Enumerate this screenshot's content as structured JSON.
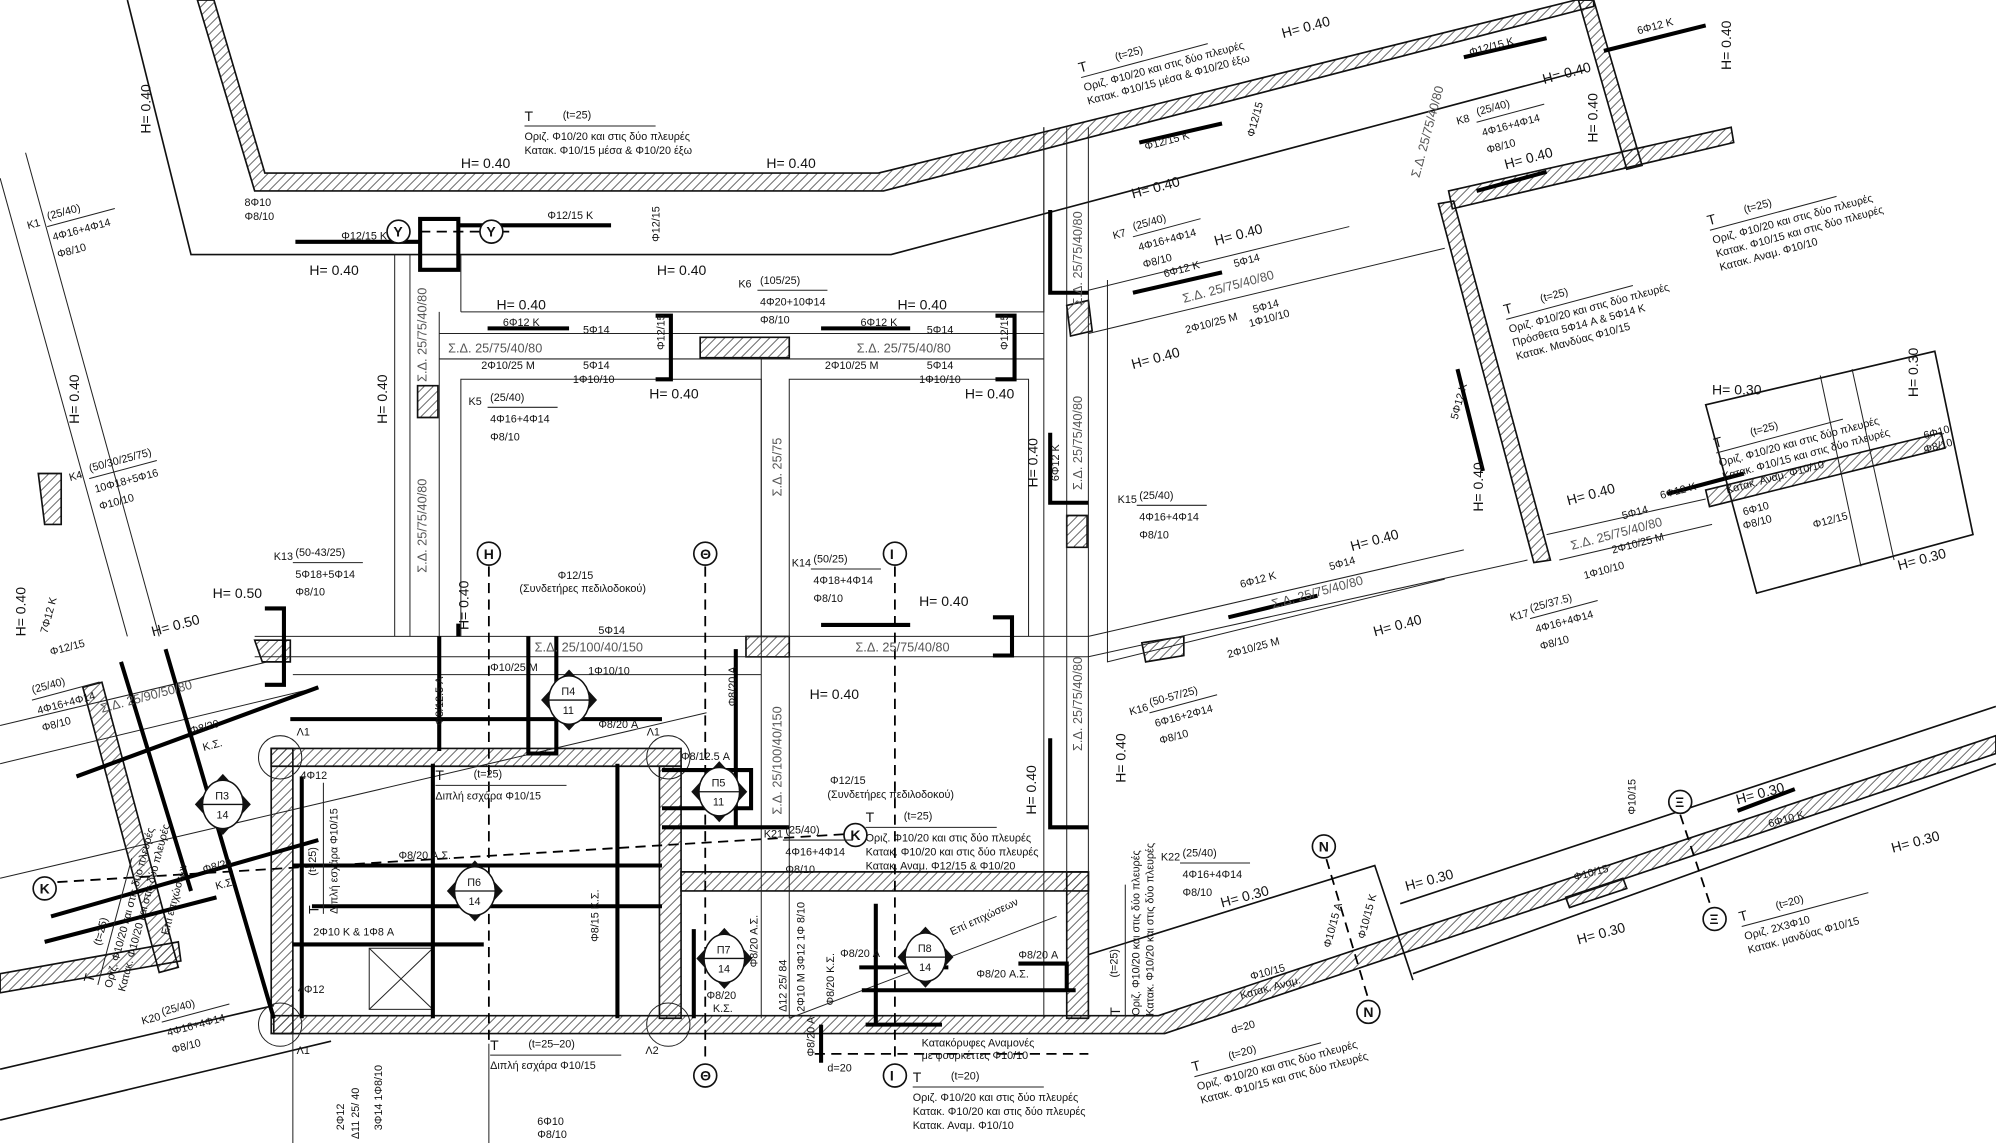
{
  "columns": [
    {
      "name": "K1",
      "size": "(25/40)",
      "bars": "4Φ16+4Φ14",
      "stirrups": "Φ8/10"
    },
    {
      "name": "K4",
      "size": "(50/30/25/75)",
      "bars": "10Φ18+5Φ16",
      "stirrups": "Φ10/10"
    },
    {
      "name": "K5",
      "size": "(25/40)",
      "bars": "4Φ16+4Φ14",
      "stirrups": "Φ8/10"
    },
    {
      "name": "K6",
      "size": "(105/25)",
      "bars": "4Φ20+10Φ14",
      "stirrups": "Φ8/10"
    },
    {
      "name": "K7",
      "size": "(25/40)",
      "bars": "4Φ16+4Φ14",
      "stirrups": "Φ8/10"
    },
    {
      "name": "K8",
      "size": "(25/40)",
      "bars": "4Φ16+4Φ14",
      "stirrups": "Φ8/10"
    },
    {
      "name": "K13",
      "size": "(50-43/25)",
      "bars": "5Φ18+5Φ14",
      "stirrups": "Φ8/10"
    },
    {
      "name": "K14",
      "size": "(50/25)",
      "bars": "4Φ18+4Φ14",
      "stirrups": "Φ8/10"
    },
    {
      "name": "K15",
      "size": "(25/40)",
      "bars": "4Φ16+4Φ14",
      "stirrups": "Φ8/10"
    },
    {
      "name": "K16",
      "size": "(50-57/25)",
      "bars": "6Φ16+2Φ14",
      "stirrups": "Φ8/10"
    },
    {
      "name": "K17",
      "size": "(25/37.5)",
      "bars": "4Φ16+4Φ14",
      "stirrups": "Φ8/10"
    },
    {
      "name": "K20",
      "size": "(25/40)",
      "bars": "4Φ16+4Φ14",
      "stirrups": "Φ8/10"
    },
    {
      "name": "K21",
      "size": "(25/40)",
      "bars": "4Φ16+4Φ14",
      "stirrups": "Φ8/10"
    },
    {
      "name": "K22",
      "size": "(25/40)",
      "bars": "4Φ16+4Φ14",
      "stirrups": "Φ8/10"
    },
    {
      "name": "",
      "size": "(25/40)",
      "bars": "4Φ16+4Φ14",
      "stirrups": "Φ8/10"
    }
  ],
  "heights": [
    "H= 0.40",
    "H= 0.40",
    "H= 0.40",
    "H= 0.40",
    "H= 0.40",
    "H= 0.40",
    "H= 0.40",
    "H= 0.40",
    "H= 0.40",
    "H= 0.40",
    "H= 0.40",
    "H= 0.40",
    "H= 0.40",
    "H= 0.40",
    "H= 0.40",
    "H= 0.40",
    "H= 0.40",
    "H= 0.40",
    "H= 0.40",
    "H= 0.40",
    "H= 0.40",
    "H= 0.40",
    "H= 0.40",
    "H= 0.40",
    "H= 0.40",
    "H= 0.40",
    "H= 0.40",
    "H= 0.40",
    "H= 0.50",
    "H= 0.50",
    "H= 0.40",
    "H= 0.40",
    "H= 0.30",
    "H= 0.30",
    "H= 0.30",
    "H= 0.30",
    "H= 0.30",
    "H= 0.30",
    "H= 0.30",
    "H= 0.30"
  ],
  "beams": [
    "Σ.Δ. 25/75/40/80",
    "Σ.Δ. 25/75/40/80",
    "Σ.Δ. 25/75/40/80",
    "Σ.Δ. 25/75/40/80",
    "Σ.Δ. 25/75/40/80",
    "Σ.Δ. 25/75/40/80",
    "Σ.Δ. 25/75/40/80",
    "Σ.Δ. 25/75/40/80",
    "Σ.Δ. 25/75/40/80",
    "Σ.Δ. 25/75/40/80",
    "Σ.Δ. 25/75/40/80",
    "Σ.Δ. 25/100/40/150",
    "Σ.Δ. 25/100/40/150",
    "Σ.Δ. 25/75/40/80",
    "Σ.Δ. 25/75",
    "Σ.Δ. 25/90/50/80"
  ],
  "rebar": [
    "6Φ12 K",
    "5Φ14",
    "2Φ10/25 M",
    "5Φ14",
    "1Φ10/10",
    "6Φ12 K",
    "5Φ14",
    "2Φ10/25 M",
    "5Φ14",
    "1Φ10/10",
    "Φ12/15",
    "Φ12/15",
    "Φ12/15 K",
    "Φ12/15 K",
    "Φ12/15",
    "Φ12/15 K",
    "Φ12/15 K",
    "Φ12/15",
    "6Φ12 K",
    "5Φ14",
    "2Φ10/25 M",
    "5Φ14",
    "1Φ10/10",
    "6Φ12 K",
    "5Φ14",
    "2Φ10/25 M",
    "Φ10/25 M",
    "5Φ14",
    "1Φ10/10",
    "Φ8/12.5 A",
    "Φ8/20 A",
    "Φ8/20 A",
    "Φ8/12.5 A",
    "4Φ12",
    "4Φ12",
    "Φ8/20 A.Σ.",
    "Φ8/15 K.Σ.",
    "2Φ10 K & 1Φ8 A",
    "Φ8/20 A",
    "Φ8/20 A.Σ.",
    "Φ8/20 A",
    "Φ8/20 K.Σ.",
    "Φ8/20",
    "K.Σ.",
    "Φ8/20 A.Σ.",
    "Φ8/20",
    "K.Σ.",
    "Φ8/20",
    "K.Σ.",
    "Φ10/15",
    "Φ10/15",
    "6Φ10 K",
    "Φ10/15 A",
    "Φ10/15 K",
    "Φ10/15",
    "6Φ12 K",
    "6Φ12 K",
    "6Φ12 K",
    "5Φ12 K",
    "7Φ12 K",
    "Φ8/20 A",
    "5Φ14",
    "2Φ10/25 M",
    "1Φ10/10",
    "Φ12/15",
    "Φ12/15"
  ],
  "slab_notes": [
    {
      "t": "(t=25)",
      "lines": [
        "Οριζ. Φ10/20 και στις δύο πλευρές",
        "Κατακ. Φ10/15 μέσα & Φ10/20 έξω"
      ]
    },
    {
      "t": "(t=25)",
      "lines": [
        "Οριζ. Φ10/20 και στις δύο πλευρές",
        "Κατακ. Φ10/15 μέσα & Φ10/20 έξω"
      ]
    },
    {
      "t": "(t=25)",
      "lines": [
        "Οριζ. Φ10/20 και στις δύο πλευρές",
        "Κατακ. Φ10/15 και στις δύο πλευρές",
        "Κατακ. Αναμ. Φ10/10"
      ]
    },
    {
      "t": "(t=25)",
      "lines": [
        "Οριζ. Φ10/20 και στις δύο πλευρές",
        "Πρόσθετα 5Φ14 A & 5Φ14 K",
        "Κατακ. Μανδύας Φ10/15"
      ]
    },
    {
      "t": "(t=25)",
      "lines": [
        "Διπλή εσχάρα Φ10/15"
      ]
    },
    {
      "t": "(t=25–20)",
      "lines": [
        "Διπλή εσχάρα Φ10/15"
      ]
    },
    {
      "t": "(t=25)",
      "lines": [
        "Οριζ. Φ10/20 και στις δύο πλευρές",
        "Κατακ. Φ10/20 και στις δύο πλευρές",
        "Κατακ. Αναμ. Φ12/15 & Φ10/20"
      ]
    },
    {
      "t": "(t=20)",
      "lines": [
        "Οριζ. Φ10/20 και στις δύο πλευρές",
        "Κατακ. Φ10/20 και στις δύο πλευρές",
        "Κατακ. Αναμ. Φ10/10"
      ]
    },
    {
      "t": "(t=20)",
      "lines": [
        "Οριζ. Φ10/20 και στις δύο πλευρές",
        "Κατακ. Φ10/15 και στις δύο πλευρές"
      ]
    },
    {
      "t": "(t=20)",
      "lines": [
        "Οριζ. 2Χ3Φ10",
        "Κατακ. μανδύας Φ10/15"
      ]
    },
    {
      "t": "(t=25)",
      "lines": [
        "Οριζ. Φ10/20 και στις δύο πλευρές",
        "Κατακ. Φ10/15 και στις δύο πλευρές",
        "Κατακ. Αναμ. Φ10/10"
      ]
    },
    {
      "t": "(t=25)",
      "lines": [
        "Διπλή εσχάρα Φ10/15"
      ]
    },
    {
      "t": "(t=25)",
      "lines": [
        "Οριζ. Φ10/20 και στις δύο πλευρές",
        "Κατακ. Φ10/20 και στις δύο πλευρές"
      ]
    },
    {
      "t": "(t=25)",
      "lines": [
        "Οριζ. Φ10/20 και στις δύο πλευρές",
        "Κατακ. Φ10/20 και στις δύο πλευρές"
      ]
    }
  ],
  "piles": [
    {
      "id": "Π3",
      "num": "14"
    },
    {
      "id": "Π4",
      "num": "11"
    },
    {
      "id": "Π5",
      "num": "11"
    },
    {
      "id": "Π6",
      "num": "14"
    },
    {
      "id": "Π7",
      "num": "14"
    },
    {
      "id": "Π8",
      "num": "14"
    }
  ],
  "axes": [
    "Y",
    "Y",
    "H",
    "Θ",
    "I",
    "K",
    "K",
    "Θ",
    "I",
    "N",
    "N",
    "Ξ",
    "Ξ"
  ],
  "notes": [
    "Φ12/15",
    "(Συνδετήρες πεδιλοδοκού)",
    "Φ12/15",
    "(Συνδετήρες πεδιλοδοκού)",
    "Επί επιχώσεων",
    "Επί επιχώσεων",
    "Κατακόρυφες Αναμονές",
    "με φουρκέττες Φ10/10",
    "d=20",
    "d=20",
    "6Φ10",
    "Φ8/10",
    "8Φ10",
    "Φ8/10",
    "Δ11 25/ 40",
    "2Φ12",
    "3Φ14 1Φ8/10",
    "Δ12 25/ 84",
    "2Φ10 M 3Φ12 1Φ 8/10",
    "Λ1",
    "Λ1",
    "Λ2",
    "Λ1",
    "6Φ10",
    "Φ8/10",
    "6Φ10",
    "Φ8/10",
    "Κατακ. Αναμ."
  ]
}
